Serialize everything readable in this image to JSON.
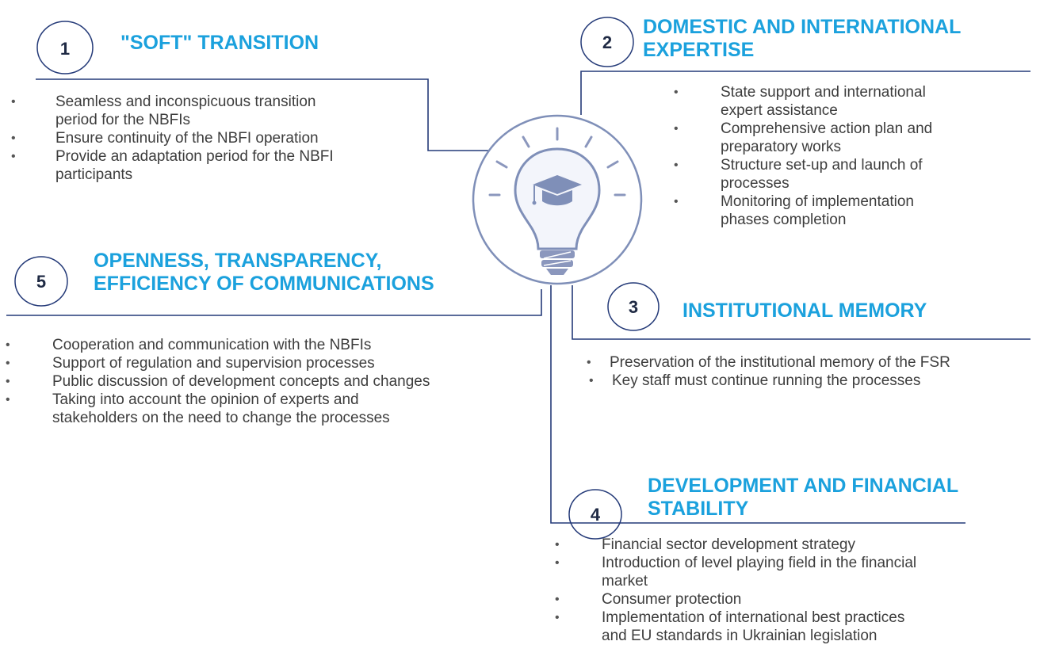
{
  "sections": [
    {
      "number": "1",
      "title": [
        "\"SOFT\" TRANSITION"
      ],
      "bullets": [
        [
          "Seamless and inconspicuous transition",
          "period for the NBFIs"
        ],
        [
          "Ensure continuity of the NBFI operation"
        ],
        [
          "Provide an adaptation period for the NBFI",
          "participants"
        ]
      ]
    },
    {
      "number": "2",
      "title": [
        "DOMESTIC AND INTERNATIONAL",
        "EXPERTISE"
      ],
      "bullets": [
        [
          "State support and international",
          "expert assistance"
        ],
        [
          "Comprehensive action plan and",
          "preparatory works"
        ],
        [
          "Structure set-up and launch of",
          "processes"
        ],
        [
          "Monitoring of implementation",
          "phases completion"
        ]
      ]
    },
    {
      "number": "3",
      "title": [
        "INSTITUTIONAL MEMORY"
      ],
      "bullets": [
        [
          "Preservation of the institutional memory of the FSR"
        ],
        [
          "Key staff must continue running the processes"
        ]
      ]
    },
    {
      "number": "4",
      "title": [
        "DEVELOPMENT AND FINANCIAL",
        "STABILITY"
      ],
      "bullets": [
        [
          "Financial sector development strategy"
        ],
        [
          "Introduction of level playing field in the financial",
          "market"
        ],
        [
          "Consumer protection"
        ],
        [
          "Implementation of international best practices",
          "and EU standards in Ukrainian legislation"
        ]
      ]
    },
    {
      "number": "5",
      "title": [
        "OPENNESS, TRANSPARENCY,",
        "EFFICIENCY OF COMMUNICATIONS"
      ],
      "bullets": [
        [
          "Cooperation and communication with the NBFIs"
        ],
        [
          "Support of regulation and supervision processes"
        ],
        [
          "Public discussion of development concepts and changes"
        ],
        [
          "Taking into account the opinion of experts and",
          "stakeholders on the need to change the processes"
        ]
      ]
    }
  ],
  "bullet_symbol": "•",
  "colors": {
    "title": "#1ba1dd",
    "number": "#1f2a44",
    "line": "#243a78",
    "bulb": "#7f8fb8"
  },
  "icons": {
    "center": "lightbulb-with-graduation-cap-icon"
  }
}
